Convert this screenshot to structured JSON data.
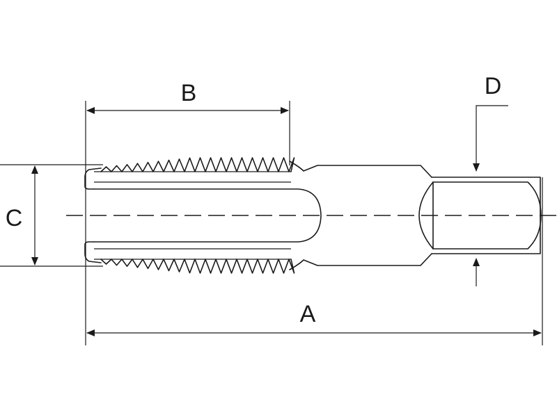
{
  "diagram": {
    "labels": {
      "a": "A",
      "b": "B",
      "c": "C",
      "d": "D"
    },
    "stroke_color": "#1a1a1a",
    "background": "#ffffff"
  }
}
